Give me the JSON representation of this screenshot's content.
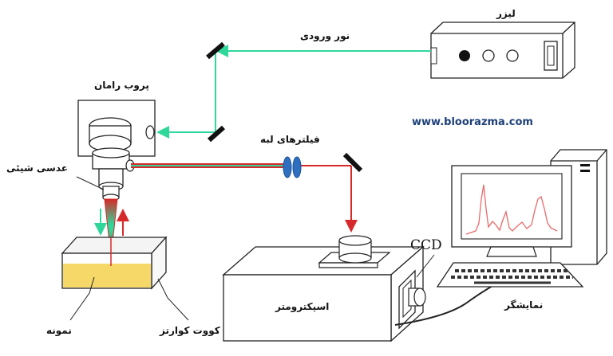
{
  "labels": {
    "laser": "لیزر",
    "input_light": "نور ورودی",
    "raman_probe": "پروب رامان",
    "objective_lens": "عدسی شیئی",
    "edge_filters": "فیلترهای لبه",
    "sample": "نمونه",
    "quartz_cuvette": "کووت کوارتز",
    "spectrometer": "اسپکترومتر",
    "ccd": "CCD",
    "display": "نمایشگر"
  },
  "website": "www.bloorazma.com",
  "colors": {
    "laser_beam": "#2fd79a",
    "scatter_beam": "#d62a2a",
    "sample_fill": "#f5d867",
    "filter_lens": "#2f6fc0",
    "outline": "#222222"
  }
}
